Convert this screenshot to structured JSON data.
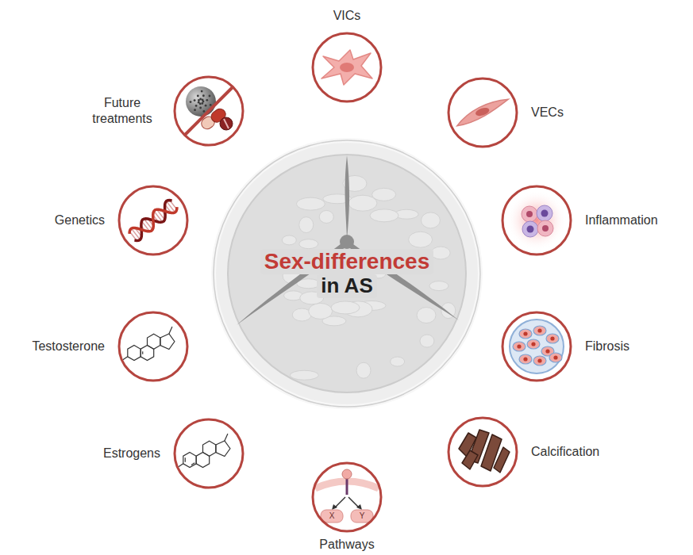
{
  "diagram": {
    "nodes": [
      {
        "text": [
          "Sex-differences",
          "in AS"
        ]
      },
      {
        "text": [
          "VICs"
        ]
      },
      {
        "text": [
          "VECs"
        ]
      },
      {
        "text": [
          "Inflammation"
        ]
      },
      {
        "text": [
          "Fibrosis"
        ]
      },
      {
        "text": [
          "Calcification"
        ]
      },
      {
        "text": [
          "Pathways"
        ]
      },
      {
        "text": [
          "Estrogens"
        ]
      },
      {
        "text": [
          "Testosterone"
        ]
      },
      {
        "text": [
          "Genetics"
        ]
      },
      {
        "text": [
          "Future treatments"
        ]
      }
    ],
    "labels": [
      "X",
      "Y"
    ]
  }
}
